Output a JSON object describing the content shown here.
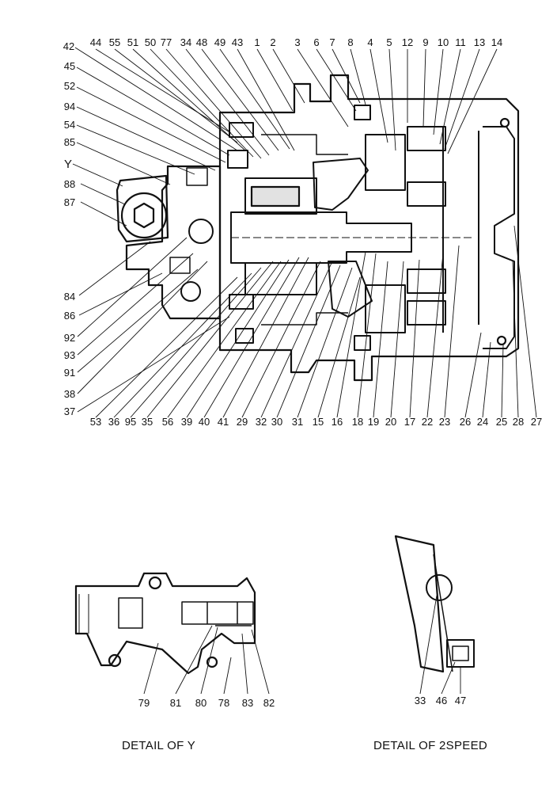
{
  "colors": {
    "ink": "#111111",
    "paper": "#ffffff"
  },
  "main_labels": {
    "top": [
      "44",
      "55",
      "51",
      "50",
      "77",
      "34",
      "48",
      "49",
      "43",
      "1",
      "2",
      "3",
      "6",
      "7",
      "8",
      "4",
      "5",
      "12",
      "9",
      "10",
      "11",
      "13",
      "14"
    ],
    "left": [
      "42",
      "45",
      "52",
      "94",
      "54",
      "85",
      "Y",
      "88",
      "87",
      "84",
      "86",
      "92",
      "93",
      "91",
      "38",
      "37"
    ],
    "bottom": [
      "53",
      "36",
      "95",
      "35",
      "56",
      "39",
      "40",
      "41",
      "29",
      "32",
      "30",
      "31",
      "15",
      "16",
      "18",
      "19",
      "20",
      "17",
      "22",
      "23",
      "26",
      "24",
      "25",
      "28",
      "27"
    ]
  },
  "detail_y": {
    "caption": "DETAIL OF Y",
    "labels": [
      "79",
      "81",
      "80",
      "78",
      "83",
      "82"
    ]
  },
  "detail_2speed": {
    "caption": "DETAIL OF 2SPEED",
    "labels": [
      "33",
      "46",
      "47"
    ]
  }
}
